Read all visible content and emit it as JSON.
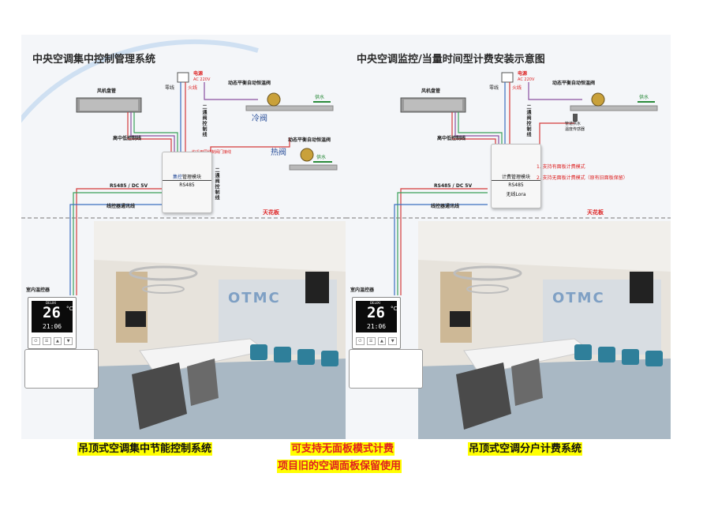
{
  "left": {
    "title": "中央空调集中控制管理系统",
    "fan_coil": "风机盘管",
    "power": "电源",
    "power_spec": "AC 220V",
    "neutral": "零线",
    "live": "火线",
    "valve_label_top": "动态平衡自动恒温阀",
    "valve_label_bottom": "动态平衡自动恒温阀",
    "supply_water": "供水",
    "supply_water_2": "供水",
    "cold_valve": "冷阀",
    "hot_valve": "热阀",
    "speed_line": "高中低控制线",
    "valve_line_1": "二通阀控制线",
    "valve_line_2": "二通阀控制线",
    "valve_wiring_note": "均采用同线制阀门接线",
    "module_title_a": "集控",
    "module_title_b": "管理模块",
    "module_sub": "RS485",
    "rs485": "RS485 / DC 5V",
    "comm_line": "线控器通讯线",
    "ceiling": "天花板",
    "thermostat_label": "室内温控器",
    "temp": "26",
    "temp_unit": "°C",
    "time": "21:06",
    "brand": "DELIXI",
    "wall_logo": "OTMC"
  },
  "right": {
    "title": "中央空调监控/当量时间型计费安装示意图",
    "fan_coil": "风机盘管",
    "power": "电源",
    "power_spec": "AC 220V",
    "neutral": "零线",
    "live": "火线",
    "valve_label": "动态平衡自动恒温阀",
    "supply_water": "供水",
    "pipe_sensor_1": "管道供水",
    "pipe_sensor_2": "温度传感器",
    "speed_line": "高中低控制线",
    "valve_line": "二通阀控制线",
    "module_title": "计费管理模块",
    "module_sub": "RS485",
    "module_sub2": "无线Lora",
    "feature_1": "1. 支持有面板计费模式",
    "feature_2": "2. 支持无面板计费模式（原有旧面板保留）",
    "rs485": "RS485 / DC 5V",
    "comm_line": "线控器通讯线",
    "ceiling": "天花板",
    "thermostat_label": "室内温控器",
    "temp": "26",
    "temp_unit": "°C",
    "time": "21:06",
    "brand": "DELIXI",
    "wall_logo": "OTMC"
  },
  "captions": {
    "left": "吊顶式空调集中节能控制系统",
    "middle_1": "可支持无面板模式计费",
    "middle_2": "项目旧的空调面板保留使用",
    "right": "吊顶式空调分户计费系统"
  },
  "colors": {
    "wire_red": "#d43a3a",
    "wire_purple": "#8a4fa0",
    "wire_green": "#3aa05a",
    "wire_blue": "#3a6fc0",
    "highlight": "#ffff00",
    "caption_red": "#e02020"
  }
}
